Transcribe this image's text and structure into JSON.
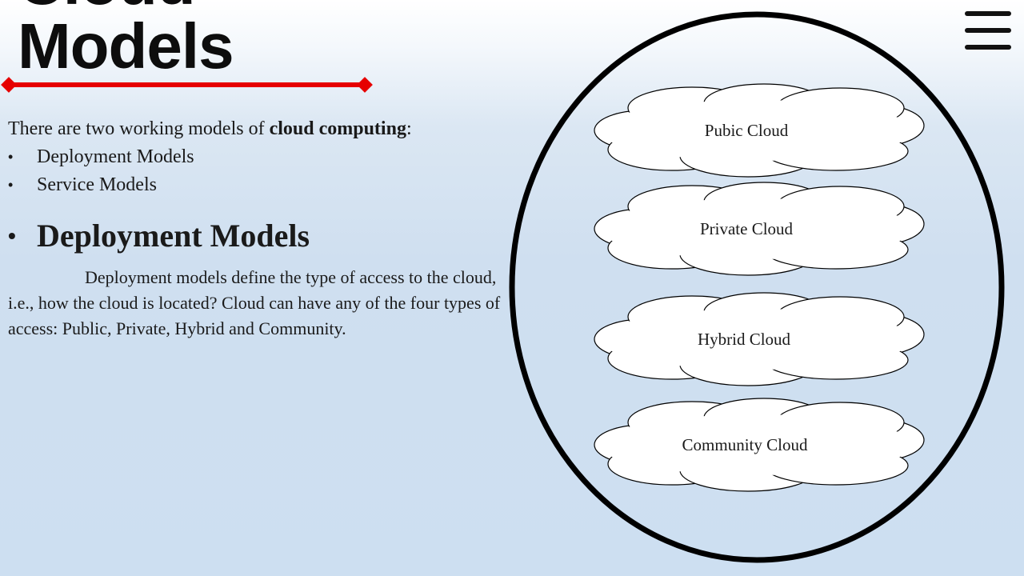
{
  "title": {
    "line1": "Cloud",
    "line2": "Models"
  },
  "menu": {
    "icon": "hamburger-menu-icon"
  },
  "intro": {
    "prefix": "There are two working models of ",
    "bold": "cloud computing",
    "suffix": ":"
  },
  "models": [
    "Deployment Models",
    "Service Models"
  ],
  "section": {
    "heading": "Deployment Models",
    "paragraph": "Deployment models define the type of access to the cloud, i.e., how the cloud is located? Cloud can have any of the four types of access: Public, Private, Hybrid and Community."
  },
  "clouds": [
    "Pubic Cloud",
    "Private Cloud",
    "Hybrid Cloud",
    "Community Cloud"
  ],
  "colors": {
    "accent": "#e60000",
    "outline": "#000000",
    "cloud_fill": "#ffffff"
  }
}
